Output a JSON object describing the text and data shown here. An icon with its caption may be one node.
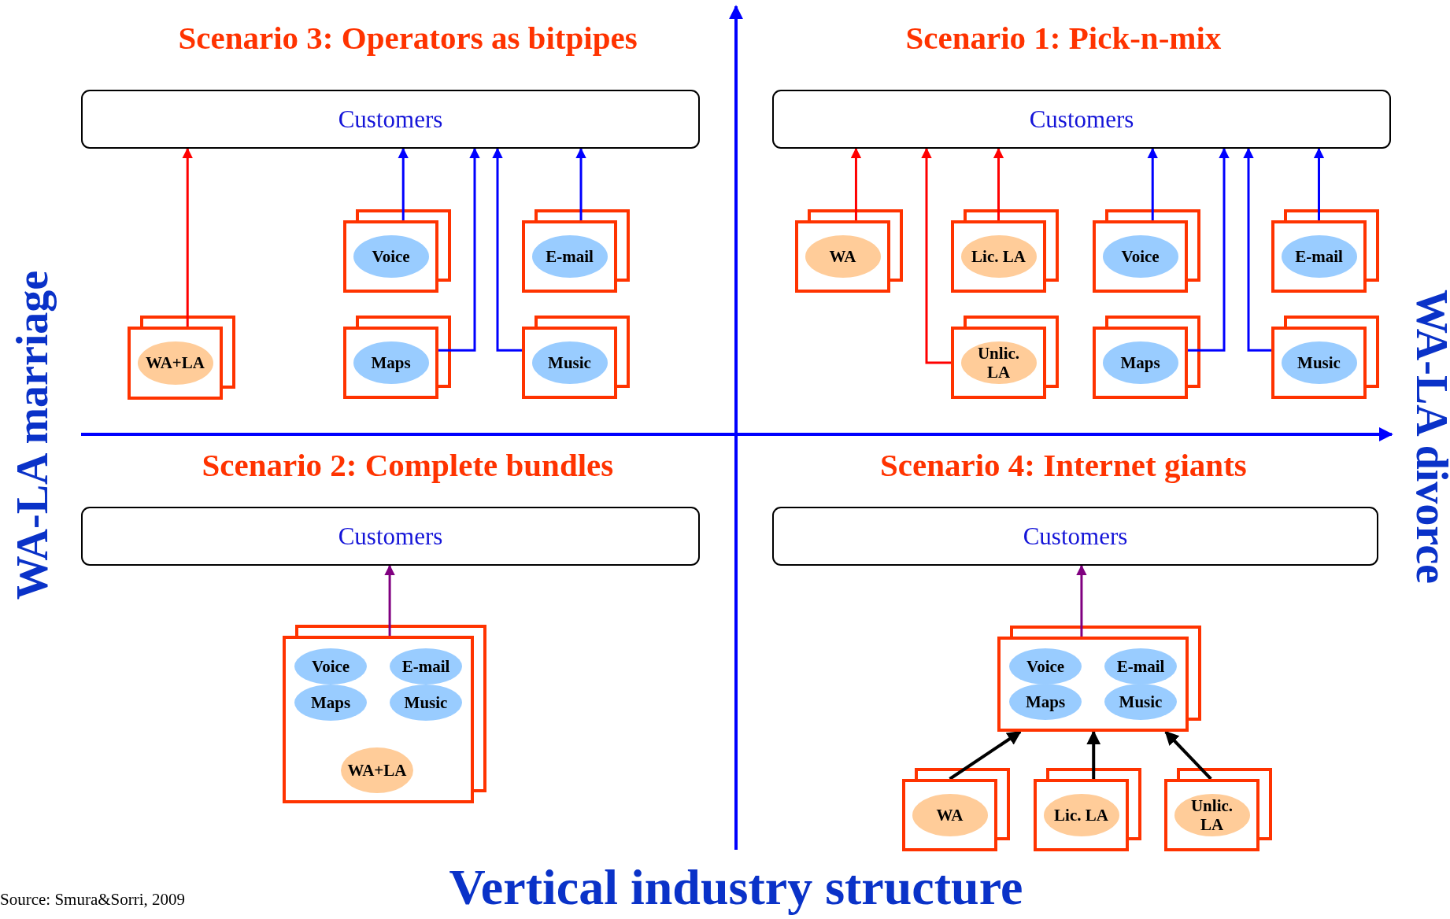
{
  "diagram": {
    "nodes": [
      {
        "text": [
          "Customers"
        ]
      },
      {
        "text": [
          "Voice"
        ]
      },
      {
        "text": [
          "E-mail"
        ]
      },
      {
        "text": [
          "WA+LA"
        ]
      },
      {
        "text": [
          "Maps"
        ]
      },
      {
        "text": [
          "Music"
        ]
      },
      {
        "text": [
          "Customers"
        ]
      },
      {
        "text": [
          "WA"
        ]
      },
      {
        "text": [
          "Lic. LA"
        ]
      },
      {
        "text": [
          "Voice"
        ]
      },
      {
        "text": [
          "E-mail"
        ]
      },
      {
        "text": [
          "Unlic. LA"
        ]
      },
      {
        "text": [
          "Maps"
        ]
      },
      {
        "text": [
          "Music"
        ]
      },
      {
        "text": [
          "Customers"
        ]
      },
      {
        "text": [],
        "shape": "box"
      },
      {
        "text": [
          "Voice"
        ],
        "in": 15
      },
      {
        "text": [
          "E-mail"
        ],
        "in": 15
      },
      {
        "text": [
          "Maps"
        ],
        "in": 15
      },
      {
        "text": [
          "Music"
        ],
        "in": 15
      },
      {
        "text": [
          "WA+LA"
        ],
        "in": 15
      },
      {
        "text": [
          "Customers"
        ]
      },
      {
        "text": [],
        "shape": "box"
      },
      {
        "text": [
          "Voice"
        ],
        "in": 22
      },
      {
        "text": [
          "E-mail"
        ],
        "in": 22
      },
      {
        "text": [
          "Maps"
        ],
        "in": 22
      },
      {
        "text": [
          "Music"
        ],
        "in": 22
      },
      {
        "text": [
          "WA"
        ]
      },
      {
        "text": [
          "Lic. LA"
        ]
      },
      {
        "text": [
          "Unlic. LA"
        ]
      }
    ],
    "edges": [
      {
        "from": 3,
        "to": 0,
        "arrow": "to",
        "color": "#ff0000"
      },
      {
        "from": 1,
        "to": 0,
        "arrow": "to"
      },
      {
        "from": 2,
        "to": 0,
        "arrow": "to"
      },
      {
        "from": 4,
        "to": 0,
        "arrow": "to"
      },
      {
        "from": 5,
        "to": 0,
        "arrow": "to"
      },
      {
        "from": 7,
        "to": 6,
        "arrow": "to",
        "color": "#ff0000"
      },
      {
        "from": 8,
        "to": 6,
        "arrow": "to",
        "color": "#ff0000"
      },
      {
        "from": 11,
        "to": 6,
        "arrow": "to",
        "color": "#ff0000"
      },
      {
        "from": 9,
        "to": 6,
        "arrow": "to"
      },
      {
        "from": 10,
        "to": 6,
        "arrow": "to"
      },
      {
        "from": 12,
        "to": 6,
        "arrow": "to"
      },
      {
        "from": 13,
        "to": 6,
        "arrow": "to"
      },
      {
        "from": 15,
        "to": 14,
        "arrow": "to",
        "color": "#800080"
      },
      {
        "from": 22,
        "to": 21,
        "arrow": "to",
        "color": "#800080"
      },
      {
        "from": 27,
        "to": 22,
        "arrow": "to",
        "color": "#000000"
      },
      {
        "from": 28,
        "to": 22,
        "arrow": "to",
        "color": "#000000"
      },
      {
        "from": 29,
        "to": 22,
        "arrow": "to",
        "color": "#000000"
      }
    ],
    "labels": [
      "Scenario 3: Operators as bitpipes",
      "Scenario 1: Pick-n-mix",
      "WA-LA marriage",
      "WA-LA divorce",
      "Scenario 2: Complete bundles",
      "Scenario 4: Internet giants",
      "Vertical industry structure",
      "Source: Smura&Sorri, 2009"
    ]
  }
}
